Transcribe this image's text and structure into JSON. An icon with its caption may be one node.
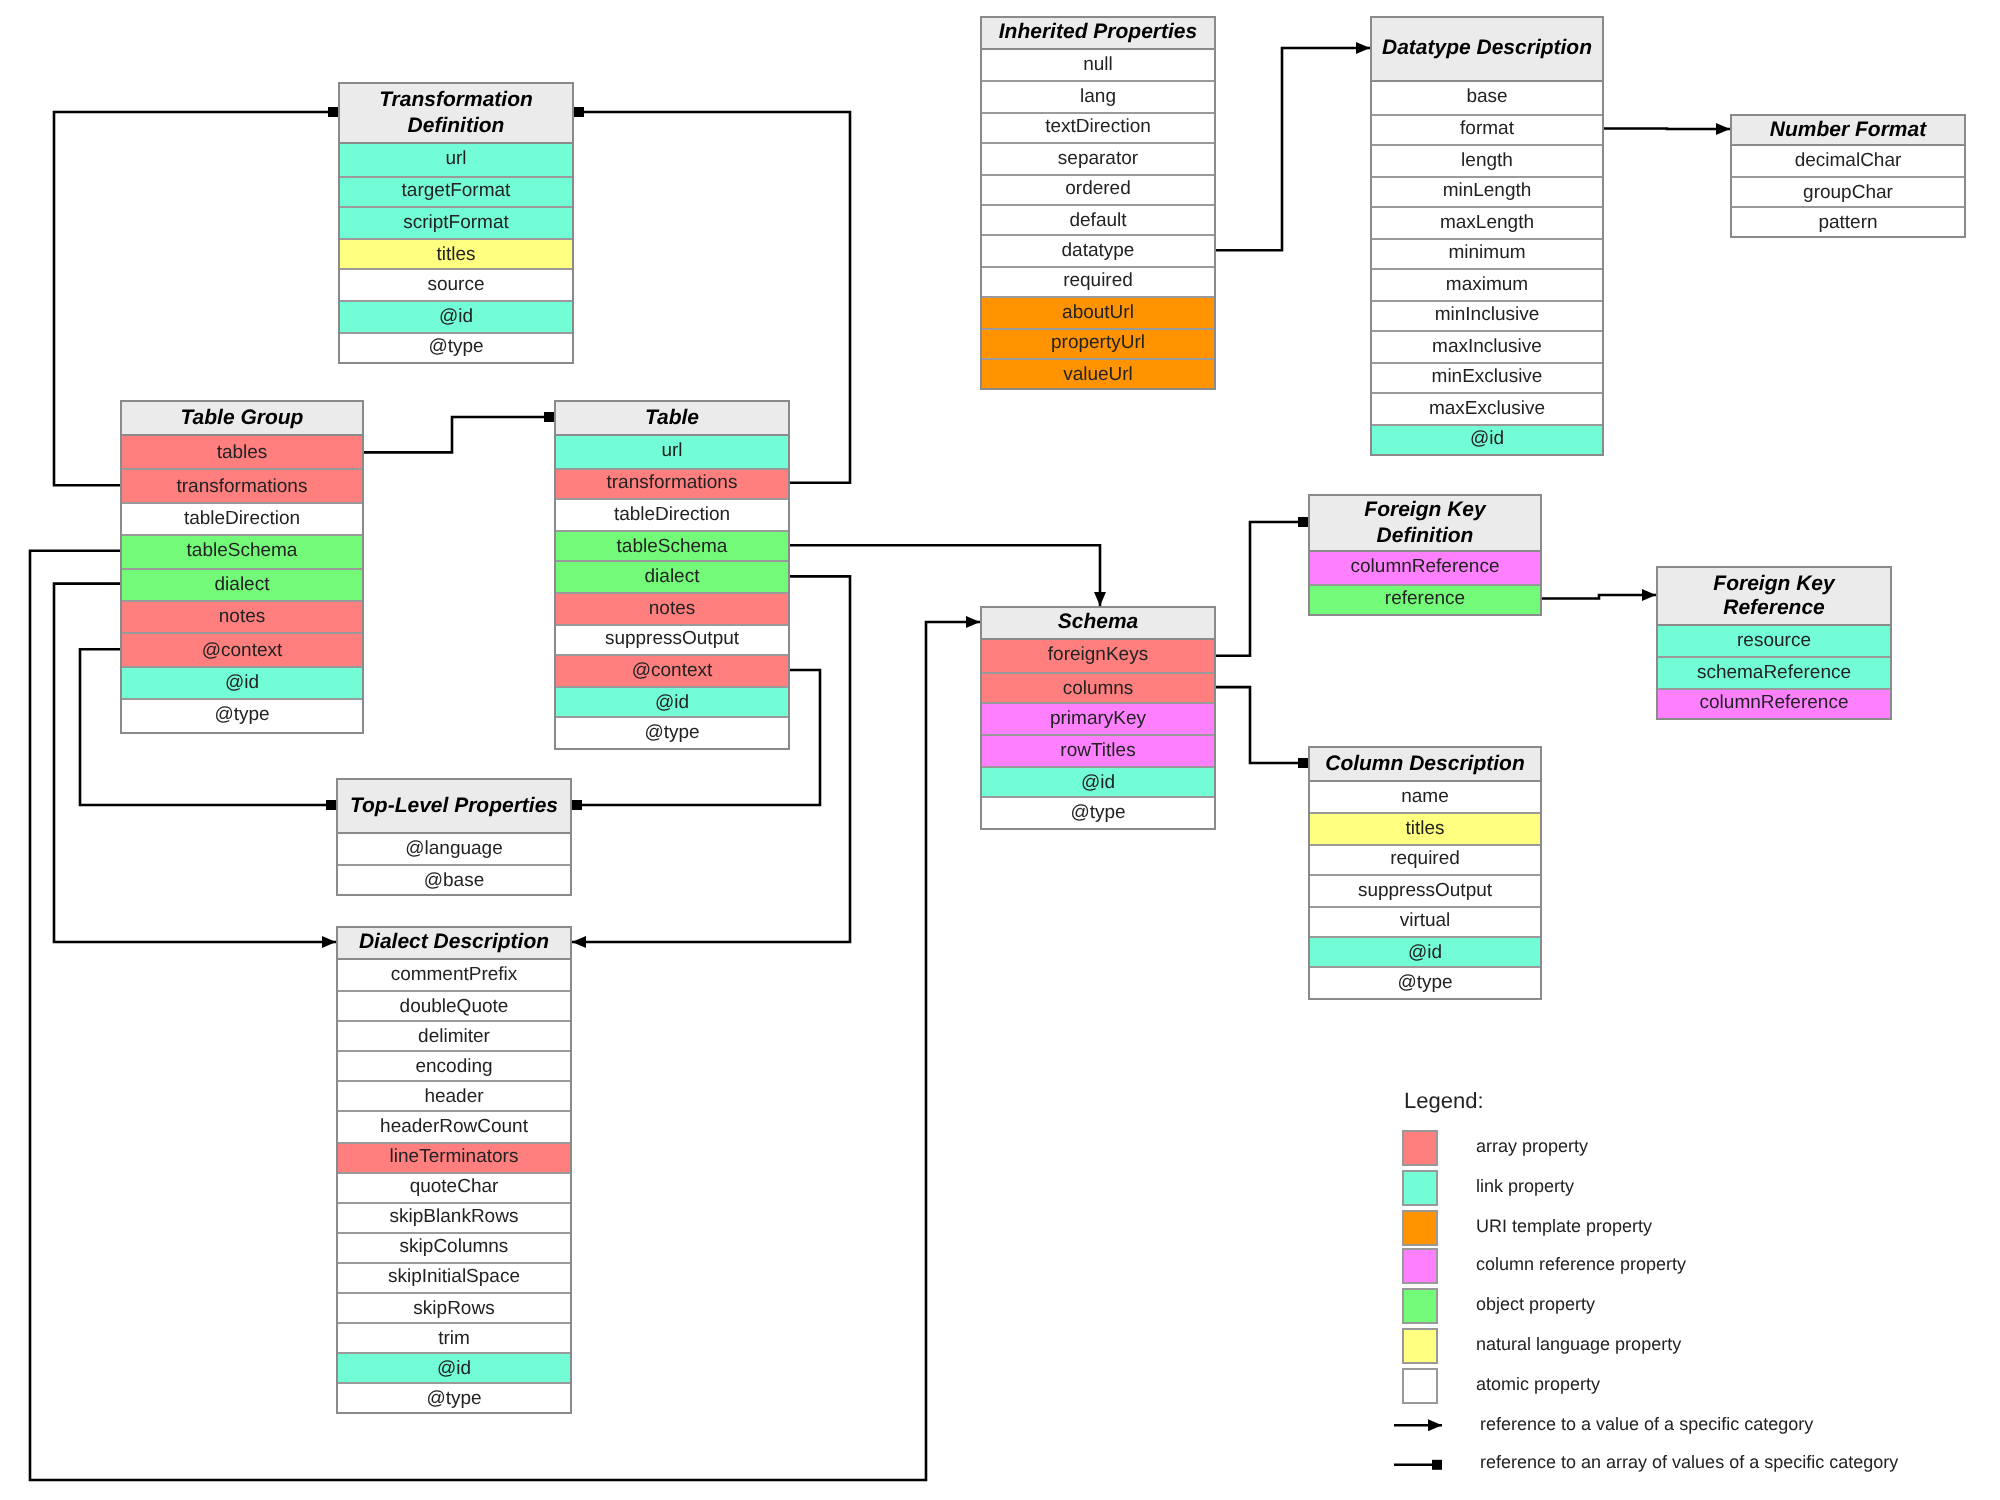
{
  "diagram": {
    "nodes": [
      {
        "text": [
          "Transformation Definition"
        ]
      },
      {
        "text": [
          "url"
        ],
        "in": 0
      },
      {
        "text": [
          "targetFormat"
        ],
        "in": 0
      },
      {
        "text": [
          "scriptFormat"
        ],
        "in": 0
      },
      {
        "text": [
          "titles"
        ],
        "in": 0
      },
      {
        "text": [
          "source"
        ],
        "in": 0
      },
      {
        "text": [
          "@id"
        ],
        "in": 0
      },
      {
        "text": [
          "@type"
        ],
        "in": 0
      },
      {
        "text": [
          "Inherited Properties"
        ]
      },
      {
        "text": [
          "null"
        ],
        "in": 8
      },
      {
        "text": [
          "lang"
        ],
        "in": 8
      },
      {
        "text": [
          "textDirection"
        ],
        "in": 8
      },
      {
        "text": [
          "separator"
        ],
        "in": 8
      },
      {
        "text": [
          "ordered"
        ],
        "in": 8
      },
      {
        "text": [
          "default"
        ],
        "in": 8
      },
      {
        "text": [
          "datatype"
        ],
        "in": 8
      },
      {
        "text": [
          "required"
        ],
        "in": 8
      },
      {
        "text": [
          "aboutUrl"
        ],
        "in": 8
      },
      {
        "text": [
          "propertyUrl"
        ],
        "in": 8
      },
      {
        "text": [
          "valueUrl"
        ],
        "in": 8
      },
      {
        "text": [
          "Datatype Description"
        ]
      },
      {
        "text": [
          "base"
        ],
        "in": 20
      },
      {
        "text": [
          "format"
        ],
        "in": 20
      },
      {
        "text": [
          "length"
        ],
        "in": 20
      },
      {
        "text": [
          "minLength"
        ],
        "in": 20
      },
      {
        "text": [
          "maxLength"
        ],
        "in": 20
      },
      {
        "text": [
          "minimum"
        ],
        "in": 20
      },
      {
        "text": [
          "maximum"
        ],
        "in": 20
      },
      {
        "text": [
          "minInclusive"
        ],
        "in": 20
      },
      {
        "text": [
          "maxInclusive"
        ],
        "in": 20
      },
      {
        "text": [
          "minExclusive"
        ],
        "in": 20
      },
      {
        "text": [
          "maxExclusive"
        ],
        "in": 20
      },
      {
        "text": [
          "@id"
        ],
        "in": 20
      },
      {
        "text": [
          "Number Format"
        ]
      },
      {
        "text": [
          "decimalChar"
        ],
        "in": 33
      },
      {
        "text": [
          "groupChar"
        ],
        "in": 33
      },
      {
        "text": [
          "pattern"
        ],
        "in": 33
      },
      {
        "text": [
          "Table Group"
        ]
      },
      {
        "text": [
          "tables"
        ],
        "in": 37
      },
      {
        "text": [
          "transformations"
        ],
        "in": 37
      },
      {
        "text": [
          "tableDirection"
        ],
        "in": 37
      },
      {
        "text": [
          "tableSchema"
        ],
        "in": 37
      },
      {
        "text": [
          "dialect"
        ],
        "in": 37
      },
      {
        "text": [
          "notes"
        ],
        "in": 37
      },
      {
        "text": [
          "@context"
        ],
        "in": 37
      },
      {
        "text": [
          "@id"
        ],
        "in": 37
      },
      {
        "text": [
          "@type"
        ],
        "in": 37
      },
      {
        "text": [
          "Table"
        ]
      },
      {
        "text": [
          "url"
        ],
        "in": 47
      },
      {
        "text": [
          "transformations"
        ],
        "in": 47
      },
      {
        "text": [
          "tableDirection"
        ],
        "in": 47
      },
      {
        "text": [
          "tableSchema"
        ],
        "in": 47
      },
      {
        "text": [
          "dialect"
        ],
        "in": 47
      },
      {
        "text": [
          "notes"
        ],
        "in": 47
      },
      {
        "text": [
          "suppressOutput"
        ],
        "in": 47
      },
      {
        "text": [
          "@context"
        ],
        "in": 47
      },
      {
        "text": [
          "@id"
        ],
        "in": 47
      },
      {
        "text": [
          "@type"
        ],
        "in": 47
      },
      {
        "text": [
          "Foreign Key Definition"
        ]
      },
      {
        "text": [
          "columnReference"
        ],
        "in": 58
      },
      {
        "text": [
          "reference"
        ],
        "in": 58
      },
      {
        "text": [
          "Foreign Key Reference"
        ]
      },
      {
        "text": [
          "resource"
        ],
        "in": 61
      },
      {
        "text": [
          "schemaReference"
        ],
        "in": 61
      },
      {
        "text": [
          "columnReference"
        ],
        "in": 61
      },
      {
        "text": [
          "Schema"
        ]
      },
      {
        "text": [
          "foreignKeys"
        ],
        "in": 65
      },
      {
        "text": [
          "columns"
        ],
        "in": 65
      },
      {
        "text": [
          "primaryKey"
        ],
        "in": 65
      },
      {
        "text": [
          "rowTitles"
        ],
        "in": 65
      },
      {
        "text": [
          "@id"
        ],
        "in": 65
      },
      {
        "text": [
          "@type"
        ],
        "in": 65
      },
      {
        "text": [
          "Top-Level Properties"
        ]
      },
      {
        "text": [
          "@language"
        ],
        "in": 72
      },
      {
        "text": [
          "@base"
        ],
        "in": 72
      },
      {
        "text": [
          "Column Description"
        ]
      },
      {
        "text": [
          "name"
        ],
        "in": 75
      },
      {
        "text": [
          "titles"
        ],
        "in": 75
      },
      {
        "text": [
          "required"
        ],
        "in": 75
      },
      {
        "text": [
          "suppressOutput"
        ],
        "in": 75
      },
      {
        "text": [
          "virtual"
        ],
        "in": 75
      },
      {
        "text": [
          "@id"
        ],
        "in": 75
      },
      {
        "text": [
          "@type"
        ],
        "in": 75
      },
      {
        "text": [
          "Dialect Description"
        ]
      },
      {
        "text": [
          "commentPrefix"
        ],
        "in": 83
      },
      {
        "text": [
          "doubleQuote"
        ],
        "in": 83
      },
      {
        "text": [
          "delimiter"
        ],
        "in": 83
      },
      {
        "text": [
          "encoding"
        ],
        "in": 83
      },
      {
        "text": [
          "header"
        ],
        "in": 83
      },
      {
        "text": [
          "headerRowCount"
        ],
        "in": 83
      },
      {
        "text": [
          "lineTerminators"
        ],
        "in": 83
      },
      {
        "text": [
          "quoteChar"
        ],
        "in": 83
      },
      {
        "text": [
          "skipBlankRows"
        ],
        "in": 83
      },
      {
        "text": [
          "skipColumns"
        ],
        "in": 83
      },
      {
        "text": [
          "skipInitialSpace"
        ],
        "in": 83
      },
      {
        "text": [
          "skipRows"
        ],
        "in": 83
      },
      {
        "text": [
          "trim"
        ],
        "in": 83
      },
      {
        "text": [
          "@id"
        ],
        "in": 83
      },
      {
        "text": [
          "@type"
        ],
        "in": 83
      }
    ],
    "edges": [
      {
        "from": 38,
        "to": 47,
        "arrow": "other"
      },
      {
        "from": 39,
        "to": 0,
        "arrow": "other"
      },
      {
        "from": 49,
        "to": 0,
        "arrow": "other"
      },
      {
        "from": 41,
        "to": 65,
        "arrow": "to"
      },
      {
        "from": 42,
        "to": 83,
        "arrow": "to"
      },
      {
        "from": 44,
        "to": 72,
        "arrow": "other"
      },
      {
        "from": 51,
        "to": 65,
        "arrow": "to"
      },
      {
        "from": 52,
        "to": 83,
        "arrow": "to"
      },
      {
        "from": 55,
        "to": 72,
        "arrow": "other"
      },
      {
        "from": 15,
        "to": 20,
        "arrow": "to"
      },
      {
        "from": 22,
        "to": 33,
        "arrow": "to"
      },
      {
        "from": 66,
        "to": 58,
        "arrow": "other"
      },
      {
        "from": 67,
        "to": 75,
        "arrow": "other"
      },
      {
        "from": 60,
        "to": 61,
        "arrow": "to"
      }
    ],
    "labels": [
      "Legend:"
    ],
    "legend": [
      {
        "text": "array property",
        "color": "#ff7f7f"
      },
      {
        "text": "link property",
        "color": "#73fdd6"
      },
      {
        "text": "URI template property",
        "color": "#ff9300"
      },
      {
        "text": "column reference property",
        "color": "#ff80ff"
      },
      {
        "text": "object property",
        "color": "#73fa79"
      },
      {
        "text": "natural language property",
        "color": "#ffff80"
      },
      {
        "text": "atomic property",
        "color": "#ffffff"
      },
      {
        "text": "reference to a value of a specific category"
      },
      {
        "text": "reference to an array of values of a specific category"
      }
    ]
  }
}
